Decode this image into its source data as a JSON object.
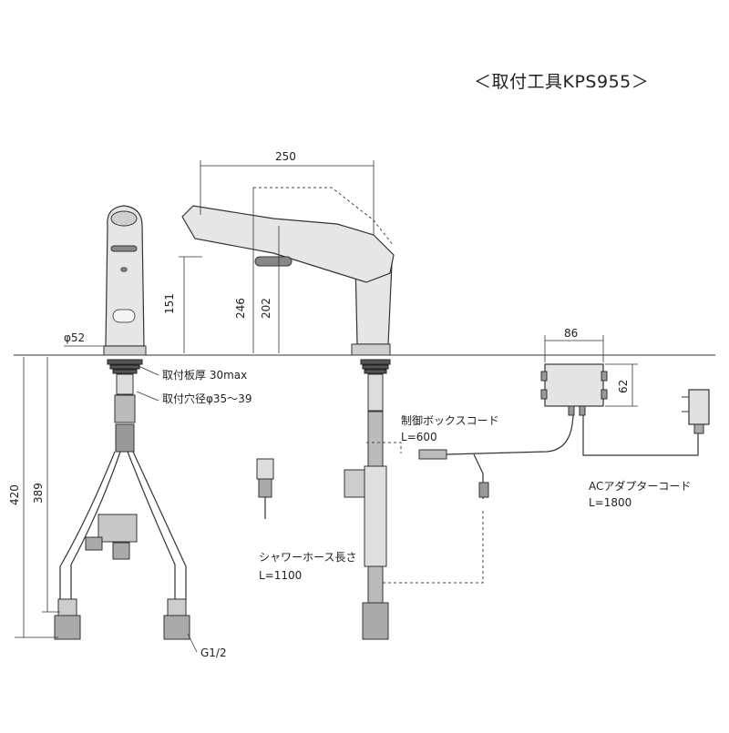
{
  "title": "＜取付工具KPS955＞",
  "dimensions": {
    "width_top": "250",
    "height_151": "151",
    "height_246": "246",
    "height_202": "202",
    "diameter": "φ52",
    "below_420": "420",
    "below_389": "389",
    "box_width": "86",
    "box_height": "62"
  },
  "labels": {
    "plate_thickness": "取付板厚 30max",
    "hole_diameter": "取付穴径φ35～39",
    "control_cord": "制御ボックスコード",
    "control_cord_len": "L=600",
    "adapter_cord": "ACアダプターコード",
    "adapter_cord_len": "L=1800",
    "shower_hose": "シャワーホース長さ",
    "shower_hose_len": "L=1100",
    "thread": "G1/2"
  }
}
